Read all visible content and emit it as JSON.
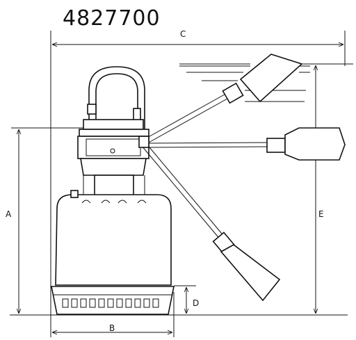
{
  "drawing": {
    "part_number": "4827700",
    "dimensions": {
      "a": "A",
      "b": "B",
      "c": "C",
      "d": "D",
      "e": "E"
    }
  }
}
